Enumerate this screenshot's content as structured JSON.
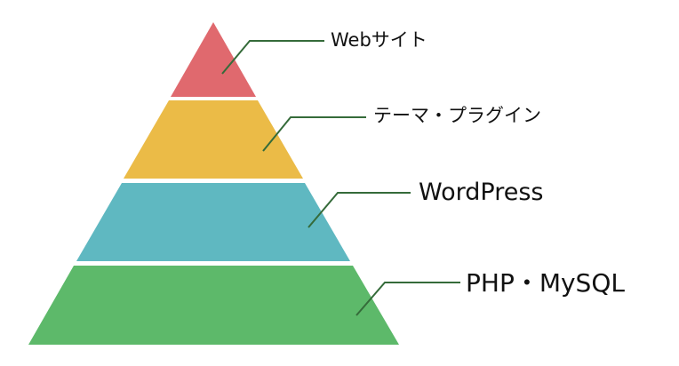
{
  "layers": [
    {
      "label": "Webサイト",
      "color": "#e0696e"
    },
    {
      "label": "テーマ・プラグイン",
      "color": "#ebbb47"
    },
    {
      "label": "WordPress",
      "color": "#5fb8c1"
    },
    {
      "label": "PHP・MySQL",
      "color": "#5db96a"
    }
  ],
  "leader_color": "#356b3a"
}
